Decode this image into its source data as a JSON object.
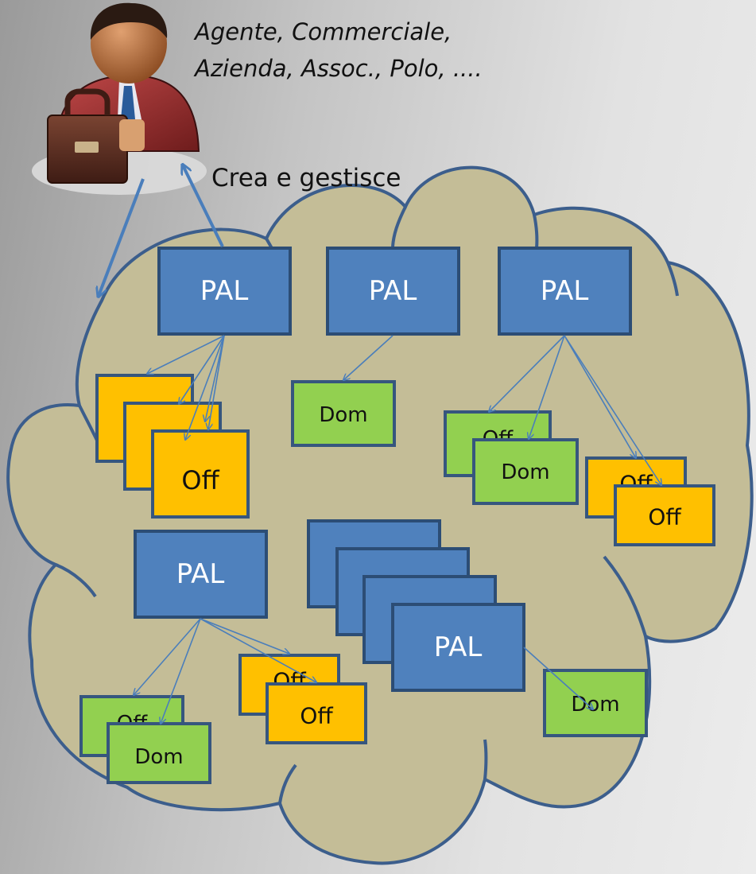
{
  "actor": {
    "roles_line1": "Agente, Commerciale,",
    "roles_line2": "Azienda, Assoc., Polo, ...."
  },
  "action_label": "Crea e gestisce",
  "labels": {
    "pal": "PAL",
    "off": "Off",
    "dom": "Dom"
  },
  "colors": {
    "cloud": "#c4bd97",
    "cloud_border": "#3c5e8c",
    "pal": "#4f81bd",
    "pal_border": "#2c4d75",
    "off": "#ffc000",
    "dom": "#92d050",
    "small_border": "#36567e",
    "arrow": "#4a7ebb"
  }
}
